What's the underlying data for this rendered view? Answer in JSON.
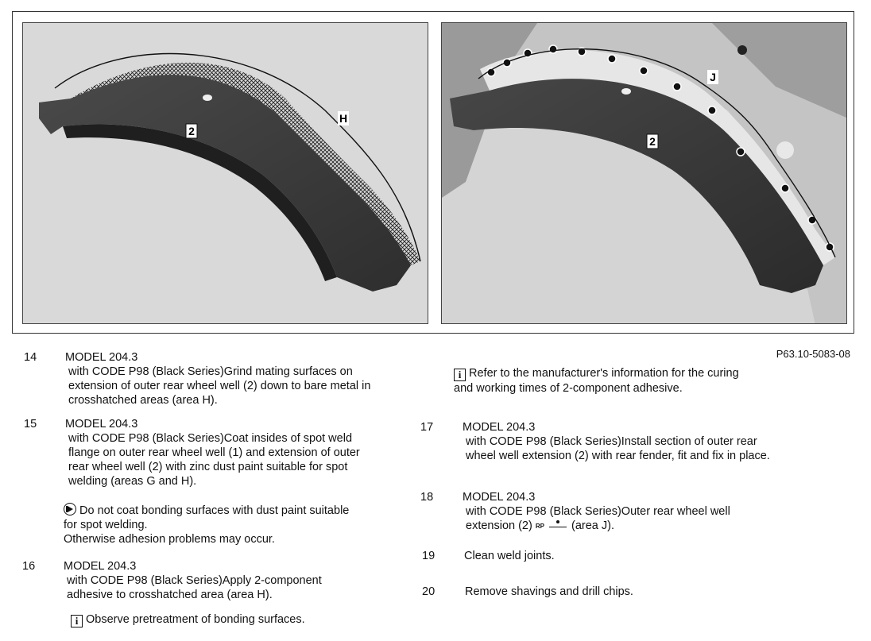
{
  "figure": {
    "reference": "P63.10-5083-08",
    "left_panel": {
      "part_label": "2",
      "area_label": "H"
    },
    "right_panel": {
      "part_label": "2",
      "area_label": "J"
    }
  },
  "steps": [
    {
      "number": "14",
      "model": "MODEL 204.3",
      "text": "with CODE P98 (Black Series)Grind mating surfaces on extension of outer rear wheel well (2) down to bare metal in crosshatched areas (area H)."
    },
    {
      "number": "15",
      "model": "MODEL 204.3",
      "text": "with CODE P98 (Black Series)Coat insides of spot weld flange on outer rear wheel well (1) and extension of outer rear wheel well (2) with zinc dust paint suitable for spot welding (areas G and H)."
    },
    {
      "number": "16",
      "model": "MODEL 204.3",
      "text": "with CODE P98 (Black Series)Apply 2-component adhesive to crosshatched area (area H)."
    },
    {
      "number": "17",
      "model": "MODEL 204.3",
      "text": "with CODE P98 (Black Series)Install section of outer rear wheel well extension (2) with rear fender, fit and fix in place."
    },
    {
      "number": "18",
      "model": "MODEL 204.3",
      "text_before": "with CODE P98 (Black Series)Outer rear wheel well extension (2)",
      "rp_symbol": "RP",
      "text_after": "(area J)."
    },
    {
      "number": "19",
      "text": "Clean weld joints."
    },
    {
      "number": "20",
      "text": "Remove shavings and drill chips."
    }
  ],
  "notes": {
    "caution_15": "Do not coat bonding surfaces with dust paint suitable for spot welding.",
    "caution_15_line2": "Otherwise adhesion problems may occur.",
    "info_16": "Observe pretreatment of bonding surfaces.",
    "info_adhesive": "Refer to the manufacturer's information for the curing and working times of 2-component adhesive."
  },
  "icons": {
    "info": "info-icon",
    "caution": "caution-icon",
    "weld": "spot-weld-symbol-icon"
  }
}
